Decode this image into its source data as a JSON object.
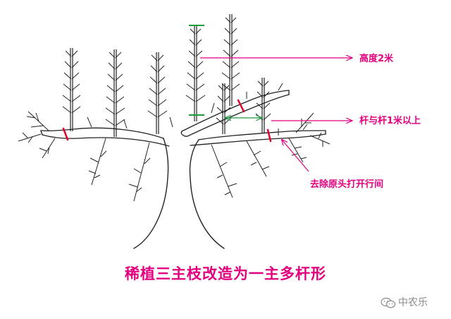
{
  "annotations": {
    "height": "高度2米",
    "spacing": "杆与杆1米以上",
    "remove_head": "去除原头打开行间"
  },
  "title": "稀植三主枝改造为一主多杆形",
  "watermark": "中农乐",
  "colors": {
    "annotation": "#e3007f",
    "cut_mark": "#e4002b",
    "height_mark": "#1a9b3c",
    "outline": "#222222",
    "watermark": "#8a8a8a"
  }
}
